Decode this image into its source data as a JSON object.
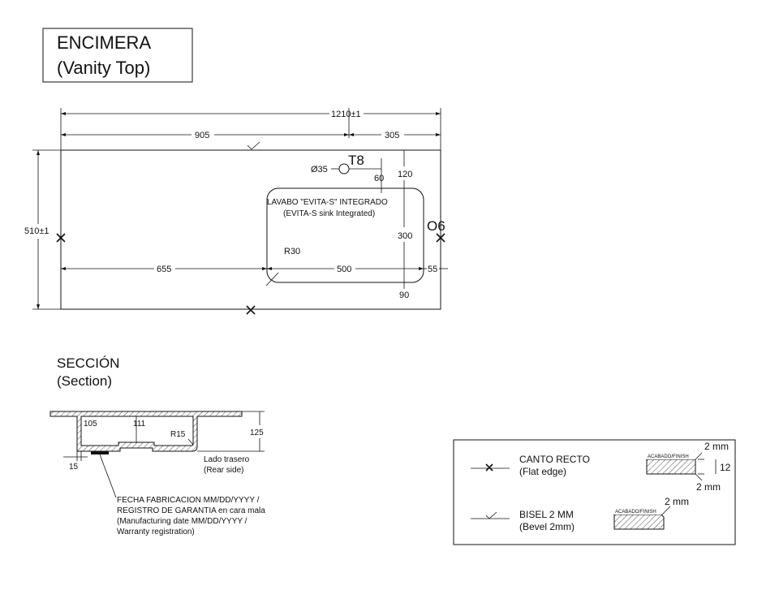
{
  "title": {
    "line1": "ENCIMERA",
    "line2": "(Vanity Top)"
  },
  "plan": {
    "overall_width": "1210±1",
    "left_width": "905",
    "right_width": "305",
    "depth": "510±1",
    "hole_diameter": "Ø35",
    "hole_tag": "T8",
    "hole_offset": "60",
    "sink_top_offset": "120",
    "sink_label_es": "LAVABO \"EVITA-S\" INTEGRADO",
    "sink_label_en": "(EVITA-S sink Integrated)",
    "right_tag": "O6",
    "sink_height": "300",
    "sink_radius": "R30",
    "sink_left_offset": "655",
    "sink_width": "500",
    "sink_right_offset": "55",
    "sink_bottom_offset": "90"
  },
  "section": {
    "title_es": "SECCIÓN",
    "title_en": "(Section)",
    "dim_105": "105",
    "dim_111": "111",
    "dim_r15": "R15",
    "dim_125": "125",
    "dim_15": "15",
    "rear_es": "Lado trasero",
    "rear_en": "(Rear side)",
    "note_line1": "FECHA FABRICACION MM/DD/YYYY /",
    "note_line2": "REGISTRO DE GARANTIA en cara mala",
    "note_line3": "(Manufacturing date MM/DD/YYYY /",
    "note_line4": "Warranty registration)"
  },
  "legend": {
    "flat_es": "CANTO RECTO",
    "flat_en": "(Flat edge)",
    "bevel_es": "BISEL 2 MM",
    "bevel_en": "(Bevel 2mm)",
    "finish_label": "ACABADO/FINISH",
    "dim_2mm": "2 mm",
    "dim_12": "12"
  },
  "icons": {
    "flat_edge": "x-mark-icon",
    "bevel": "check-mark-icon"
  }
}
